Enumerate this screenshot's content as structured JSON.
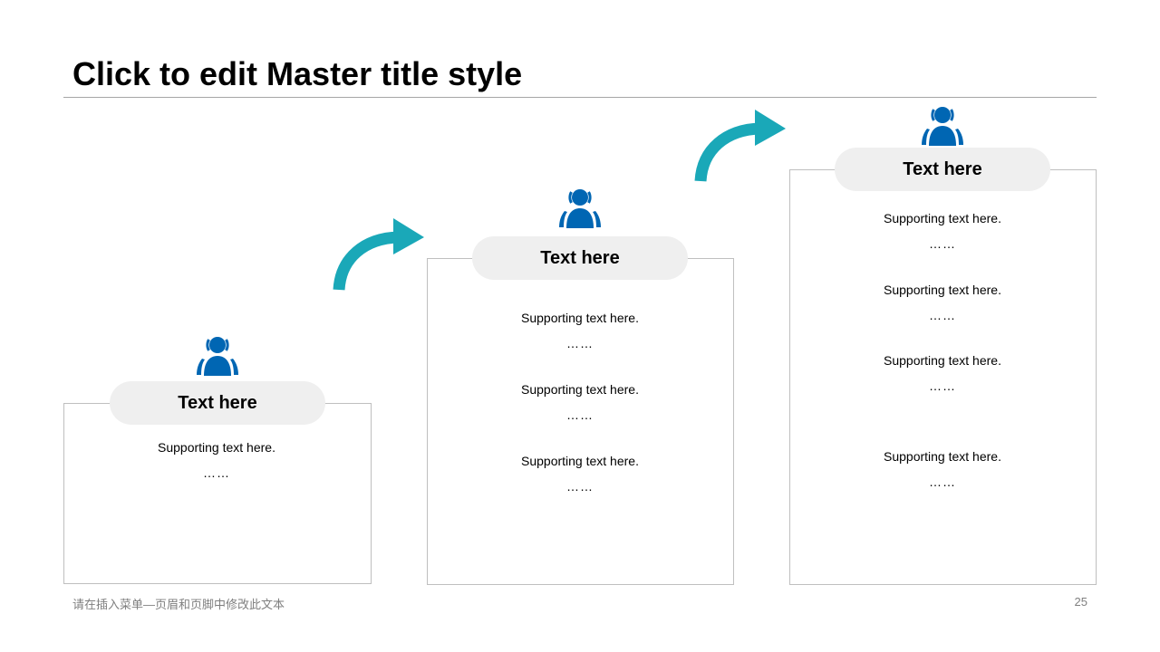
{
  "slide": {
    "title": "Click to edit Master title style",
    "footer": "请在插入菜单—页眉和页脚中修改此文本",
    "page_number": "25"
  },
  "colors": {
    "icon_blue": "#0066b3",
    "arrow_teal": "#1aa8b8",
    "pill_gray": "#efefef",
    "border_gray": "#bfbfbf"
  },
  "steps": [
    {
      "heading": "Text here",
      "icon": "person-group-icon",
      "items": [
        {
          "text": "Supporting  text here.",
          "dots": "……"
        }
      ]
    },
    {
      "heading": "Text here",
      "icon": "person-group-icon",
      "items": [
        {
          "text": "Supporting  text here.",
          "dots": "……"
        },
        {
          "text": "Supporting  text here.",
          "dots": "……"
        },
        {
          "text": "Supporting  text here.",
          "dots": "……"
        }
      ]
    },
    {
      "heading": "Text here",
      "icon": "person-group-icon",
      "items": [
        {
          "text": "Supporting  text here.",
          "dots": "……"
        },
        {
          "text": "Supporting  text here.",
          "dots": "……"
        },
        {
          "text": "Supporting  text here.",
          "dots": "……"
        },
        {
          "text": "Supporting  text here.",
          "dots": "……"
        }
      ]
    }
  ]
}
